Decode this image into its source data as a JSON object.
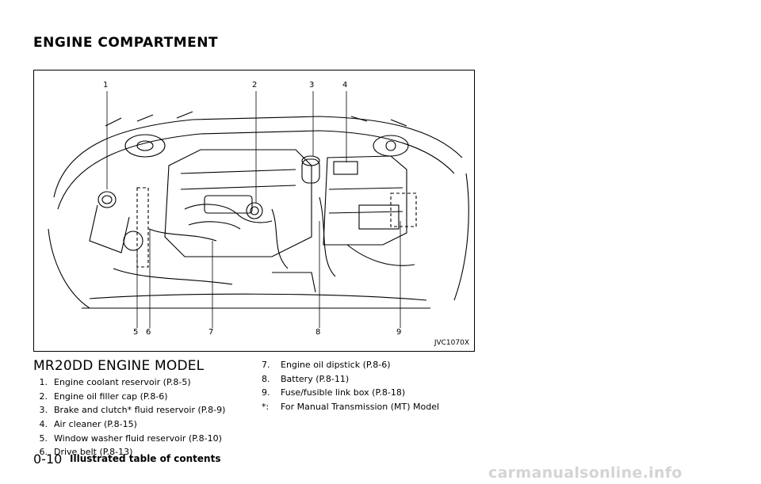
{
  "section_title": "ENGINE COMPARTMENT",
  "figure": {
    "code": "JVC1070X",
    "callouts": [
      "1",
      "2",
      "3",
      "4",
      "5",
      "6",
      "7",
      "8",
      "9"
    ]
  },
  "model_heading": "MR20DD ENGINE MODEL",
  "items_left": [
    {
      "num": "1.",
      "text": "Engine coolant reservoir (P.8-5)"
    },
    {
      "num": "2.",
      "text": "Engine oil filler cap (P.8-6)"
    },
    {
      "num": "3.",
      "text": "Brake and clutch* fluid reservoir (P.8-9)"
    },
    {
      "num": "4.",
      "text": "Air cleaner (P.8-15)"
    },
    {
      "num": "5.",
      "text": "Window washer fluid reservoir (P.8-10)"
    },
    {
      "num": "6.",
      "text": "Drive belt (P.8-13)"
    }
  ],
  "items_right": [
    {
      "num": "7.",
      "text": "Engine oil dipstick (P.8-6)"
    },
    {
      "num": "8.",
      "text": "Battery (P.8-11)"
    },
    {
      "num": "9.",
      "text": "Fuse/fusible link box (P.8-18)"
    },
    {
      "num": "*:",
      "text": "For Manual Transmission (MT) Model"
    }
  ],
  "footer": {
    "page_number": "0-10",
    "title": "Illustrated table of contents"
  },
  "watermark": "carmanualsonline.info"
}
